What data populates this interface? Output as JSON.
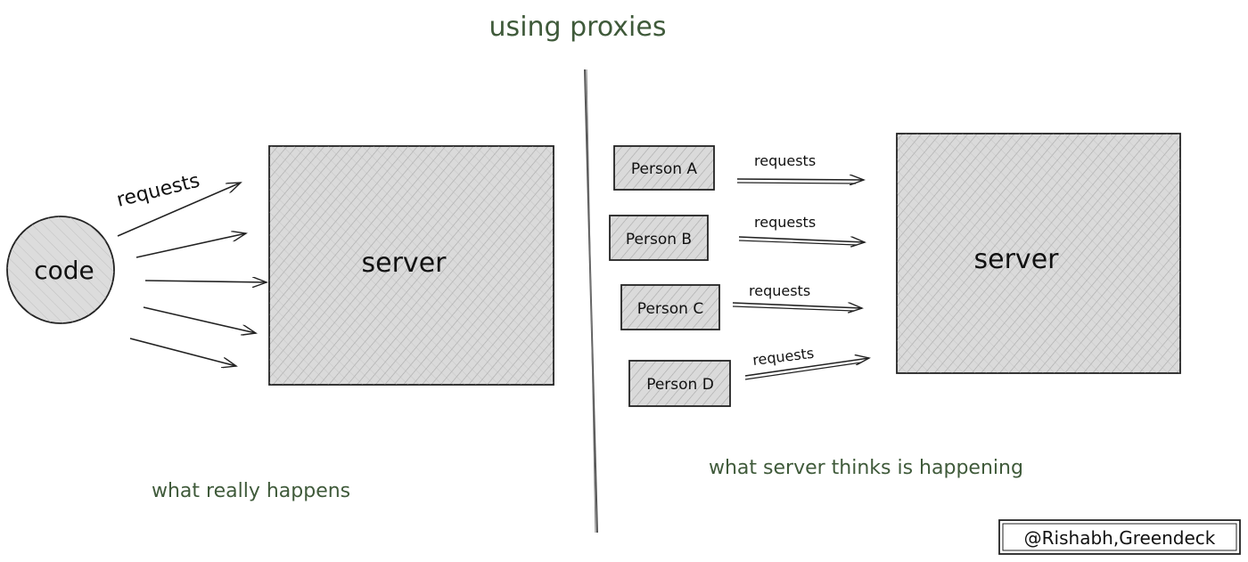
{
  "title": "using proxies",
  "left_panel": {
    "client_label": "code",
    "arrow_label": "requests",
    "server_label": "server",
    "caption": "what really happens"
  },
  "right_panel": {
    "persons": [
      {
        "label": "Person A",
        "arrow_label": "requests"
      },
      {
        "label": "Person B",
        "arrow_label": "requests"
      },
      {
        "label": "Person C",
        "arrow_label": "requests"
      },
      {
        "label": "Person D",
        "arrow_label": "requests"
      }
    ],
    "server_label": "server",
    "caption": "what server thinks is happening"
  },
  "credit": "@Rishabh,Greendeck",
  "colors": {
    "text": "#111111",
    "caption": "#3f5a3a",
    "box_fill": "#d9d9d9",
    "stroke": "#222222"
  }
}
